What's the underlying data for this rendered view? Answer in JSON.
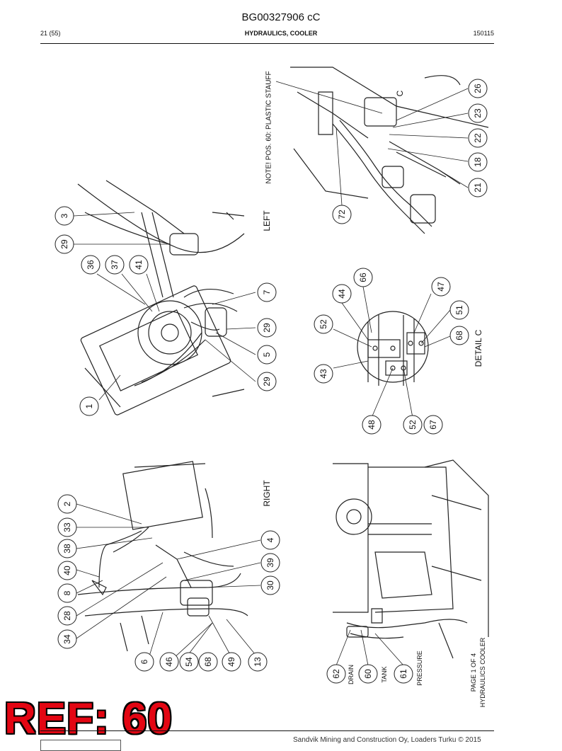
{
  "header": {
    "doc_id": "BG00327906 cC",
    "page": "21 (55)",
    "section": "HYDRAULICS, COOLER",
    "date": "150115"
  },
  "stamp": {
    "text": "REF: 60",
    "color": "#e30613"
  },
  "footer": {
    "text": "Sandvik Mining and Construction Oy, Loaders Turku © 2015"
  },
  "drawing": {
    "labels": {
      "left": "LEFT",
      "right": "RIGHT",
      "note": "NOTE! POS. 60: PLASTIC STAUFF",
      "detail": "DETAIL C",
      "detail_ref": "C",
      "drain": "DRAIN",
      "tank": "TANK",
      "pressure": "PRESSURE",
      "page_of": "PAGE 1 OF 4",
      "caption": "HYDRAULICS COOLER"
    },
    "callouts": {
      "c1": "1",
      "c3": "3",
      "c29a": "29",
      "c36": "36",
      "c37": "37",
      "c41": "41",
      "c7": "7",
      "c29b": "29",
      "c5": "5",
      "c29c": "29",
      "c26": "26",
      "c23": "23",
      "c22": "22",
      "c18": "18",
      "c21": "21",
      "c72": "72",
      "c66": "66",
      "c44": "44",
      "c47": "47",
      "c52a": "52",
      "c51": "51",
      "c68a": "68",
      "c43": "43",
      "c48": "48",
      "c52b": "52",
      "c67": "67",
      "c2": "2",
      "c33": "33",
      "c38": "38",
      "c40": "40",
      "c8": "8",
      "c28": "28",
      "c34": "34",
      "c4": "4",
      "c39": "39",
      "c30": "30",
      "c6": "6",
      "c46": "46",
      "c54": "54",
      "c68b": "68",
      "c49": "49",
      "c13": "13",
      "c62": "62",
      "c60": "60",
      "c61": "61"
    }
  }
}
